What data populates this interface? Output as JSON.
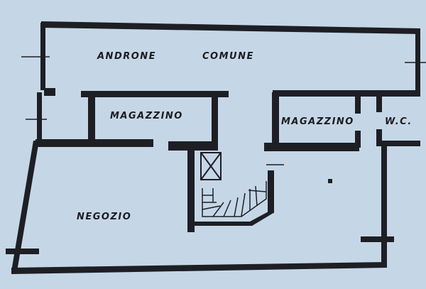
{
  "plan": {
    "rooms": {
      "androne": "ANDRONE",
      "comune": "COMUNE",
      "magazzino_left": "MAGAZZINO",
      "magazzino_right": "MAGAZZINO",
      "wc": "W.C.",
      "negozio": "NEGOZIO"
    },
    "colors": {
      "paper": "#c5d7e7",
      "wall": "#1e1f24"
    }
  }
}
